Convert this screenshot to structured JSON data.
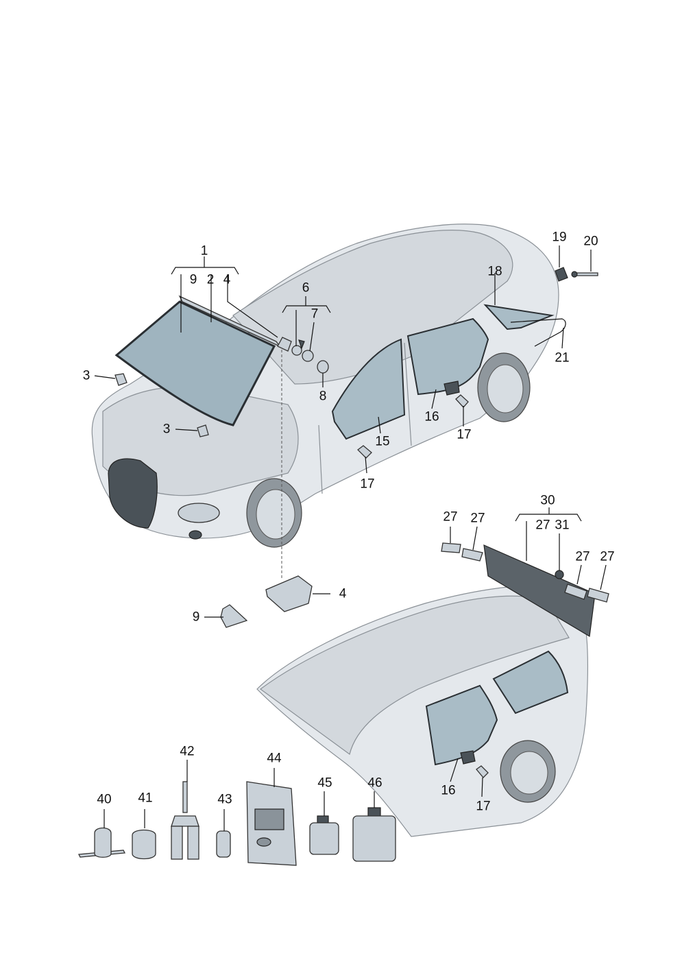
{
  "callouts": [
    {
      "id": "c1",
      "text": "1"
    },
    {
      "id": "c9a",
      "text": "9"
    },
    {
      "id": "c2",
      "text": "2"
    },
    {
      "id": "c4a",
      "text": "4"
    },
    {
      "id": "c6",
      "text": "6"
    },
    {
      "id": "c7",
      "text": "7"
    },
    {
      "id": "c3a",
      "text": "3"
    },
    {
      "id": "c3b",
      "text": "3"
    },
    {
      "id": "c8",
      "text": "8"
    },
    {
      "id": "c15",
      "text": "15"
    },
    {
      "id": "c16a",
      "text": "16"
    },
    {
      "id": "c17a",
      "text": "17"
    },
    {
      "id": "c17b",
      "text": "17"
    },
    {
      "id": "c18",
      "text": "18"
    },
    {
      "id": "c19",
      "text": "19"
    },
    {
      "id": "c20",
      "text": "20"
    },
    {
      "id": "c21",
      "text": "21"
    },
    {
      "id": "c4b",
      "text": "4"
    },
    {
      "id": "c9b",
      "text": "9"
    },
    {
      "id": "c27a",
      "text": "27"
    },
    {
      "id": "c27b",
      "text": "27"
    },
    {
      "id": "c30",
      "text": "30"
    },
    {
      "id": "c27c",
      "text": "27"
    },
    {
      "id": "c31",
      "text": "31"
    },
    {
      "id": "c27d",
      "text": "27"
    },
    {
      "id": "c27e",
      "text": "27"
    },
    {
      "id": "c16b",
      "text": "16"
    },
    {
      "id": "c17c",
      "text": "17"
    },
    {
      "id": "c40",
      "text": "40"
    },
    {
      "id": "c41",
      "text": "41"
    },
    {
      "id": "c42",
      "text": "42"
    },
    {
      "id": "c43",
      "text": "43"
    },
    {
      "id": "c44",
      "text": "44"
    },
    {
      "id": "c45",
      "text": "45"
    },
    {
      "id": "c46",
      "text": "46"
    }
  ]
}
